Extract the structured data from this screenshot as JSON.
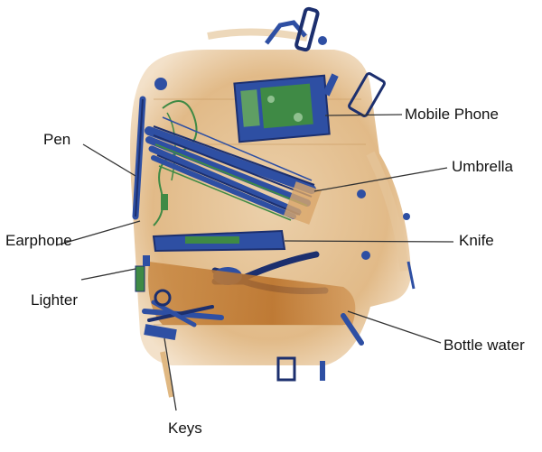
{
  "image": {
    "kind": "x-ray baggage scan",
    "palette": {
      "background": "#ffffff",
      "organic": "#d9a66a",
      "organic_dark": "#b86e25",
      "metal": "#2e4fa3",
      "metal_dark": "#1c2f6e",
      "electronics": "#3f8a45",
      "leader": "#333333"
    }
  },
  "labels": {
    "pen": "Pen",
    "earphone": "Earphone",
    "lighter": "Lighter",
    "keys": "Keys",
    "mobile_phone": "Mobile Phone",
    "umbrella": "Umbrella",
    "knife": "Knife",
    "bottle_water": "Bottle water"
  }
}
